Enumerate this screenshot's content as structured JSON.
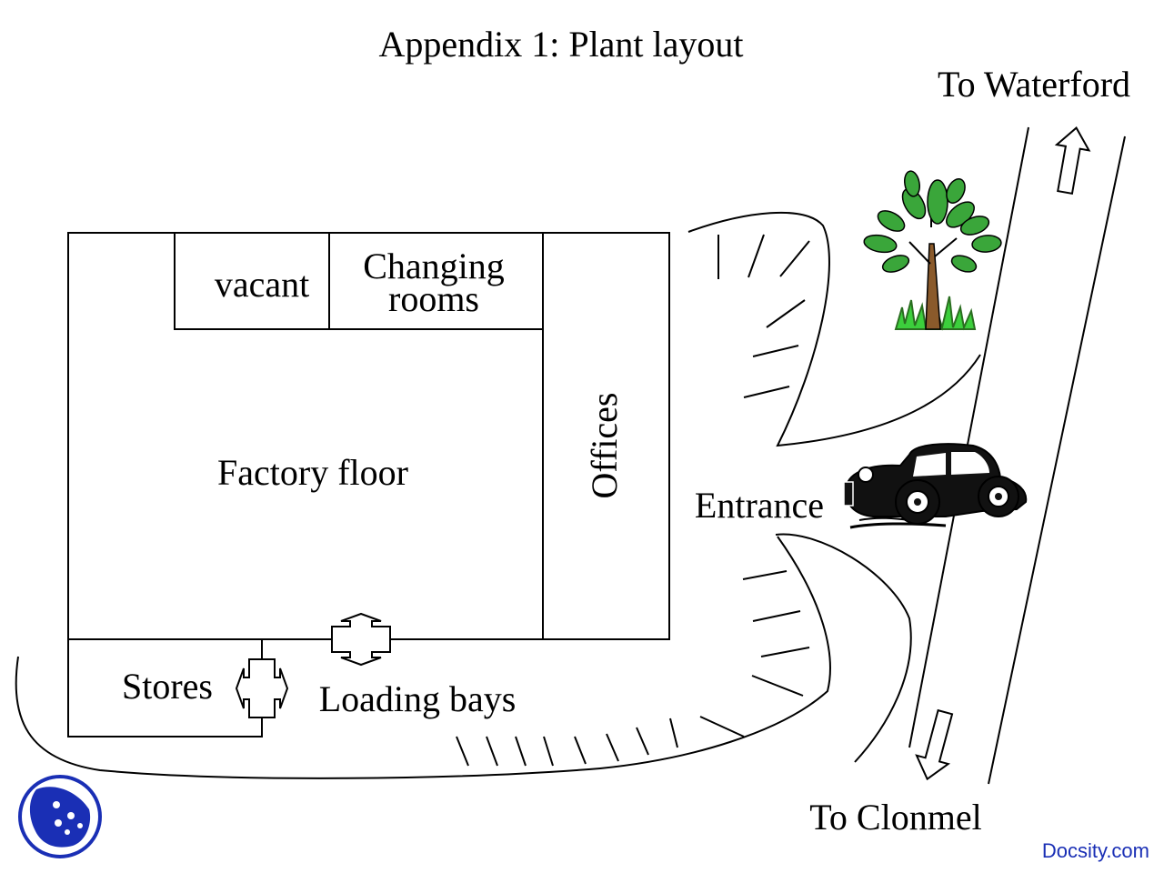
{
  "title": "Appendix 1: Plant layout",
  "labels": {
    "to_waterford": "To Waterford",
    "to_clonmel": "To Clonmel",
    "entrance": "Entrance",
    "vacant": "vacant",
    "changing_line1": "Changing",
    "changing_line2": "rooms",
    "factory_floor": "Factory floor",
    "offices": "Offices",
    "stores": "Stores",
    "loading_bays": "Loading bays"
  },
  "watermark": "Docsity.com",
  "icons": [
    "tree-icon",
    "car-icon",
    "arrow-up-icon",
    "arrow-down-icon",
    "loading-bay-arrow-icon",
    "logo-icon"
  ],
  "colors": {
    "watermark": "#1a2fb5",
    "logo": "#1a2fb5",
    "tree_leaf": "#3aa63a",
    "trunk": "#8a5a2b"
  }
}
